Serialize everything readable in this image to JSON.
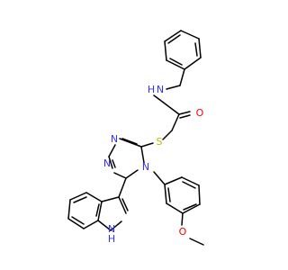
{
  "molecule": {
    "atoms": {
      "amide_N": {
        "text": "N",
        "color": "#3333ff"
      },
      "amide_H": {
        "text": "H",
        "color": "#3333ff"
      },
      "carbonyl_O": {
        "text": "O",
        "color": "#ff0000"
      },
      "thioether_S": {
        "text": "S",
        "color": "#b8b800"
      },
      "triazole_N1": {
        "text": "N",
        "color": "#3333ff"
      },
      "triazole_N2": {
        "text": "N",
        "color": "#3333ff"
      },
      "triazole_N4": {
        "text": "N",
        "color": "#3333ff"
      },
      "indole_N": {
        "text": "N",
        "color": "#3333ff"
      },
      "indole_H": {
        "text": "H",
        "color": "#3333ff"
      },
      "methoxy_O": {
        "text": "O",
        "color": "#ff0000"
      }
    }
  }
}
